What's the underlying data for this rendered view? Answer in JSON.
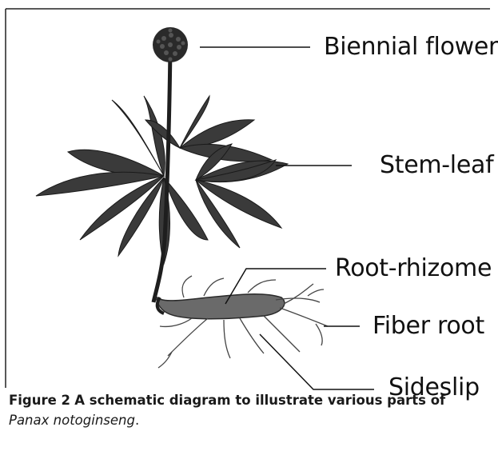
{
  "figure": {
    "labels": {
      "biennial_flower": "Biennial flower",
      "stem_leaf": "Stem-leaf",
      "root_rhizome": "Root-rhizome",
      "fiber_root": "Fiber root",
      "sideslip": "Sideslip"
    },
    "caption": {
      "label": "Figure 2",
      "text": "A schematic diagram to illustrate various parts of",
      "species": "Panax notoginseng",
      "end": "."
    }
  },
  "colors": {
    "plant_dark": "#2b2b2b",
    "leaf": "#3d3d3d",
    "leaf_light": "#6a6a6a",
    "root": "#6e6e6e",
    "frame": "#222222"
  }
}
